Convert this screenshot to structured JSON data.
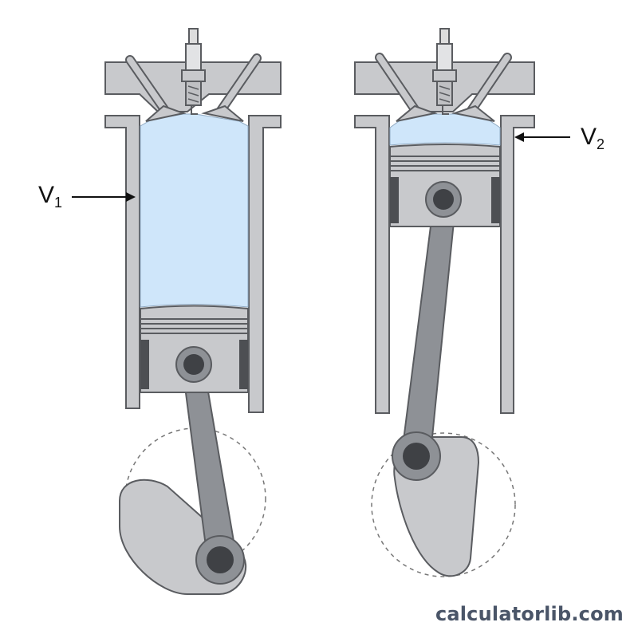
{
  "labels": {
    "v1": {
      "letter": "V",
      "sub": "1"
    },
    "v2": {
      "letter": "V",
      "sub": "2"
    }
  },
  "watermark": "calculatorlib.com",
  "colors": {
    "metal": "#c8c9cc",
    "metal_dark": "#6a6c70",
    "outline": "#5a5c60",
    "rod": "#8e9196",
    "gas": "#cfe6fa",
    "bearing": "#3f4145"
  }
}
